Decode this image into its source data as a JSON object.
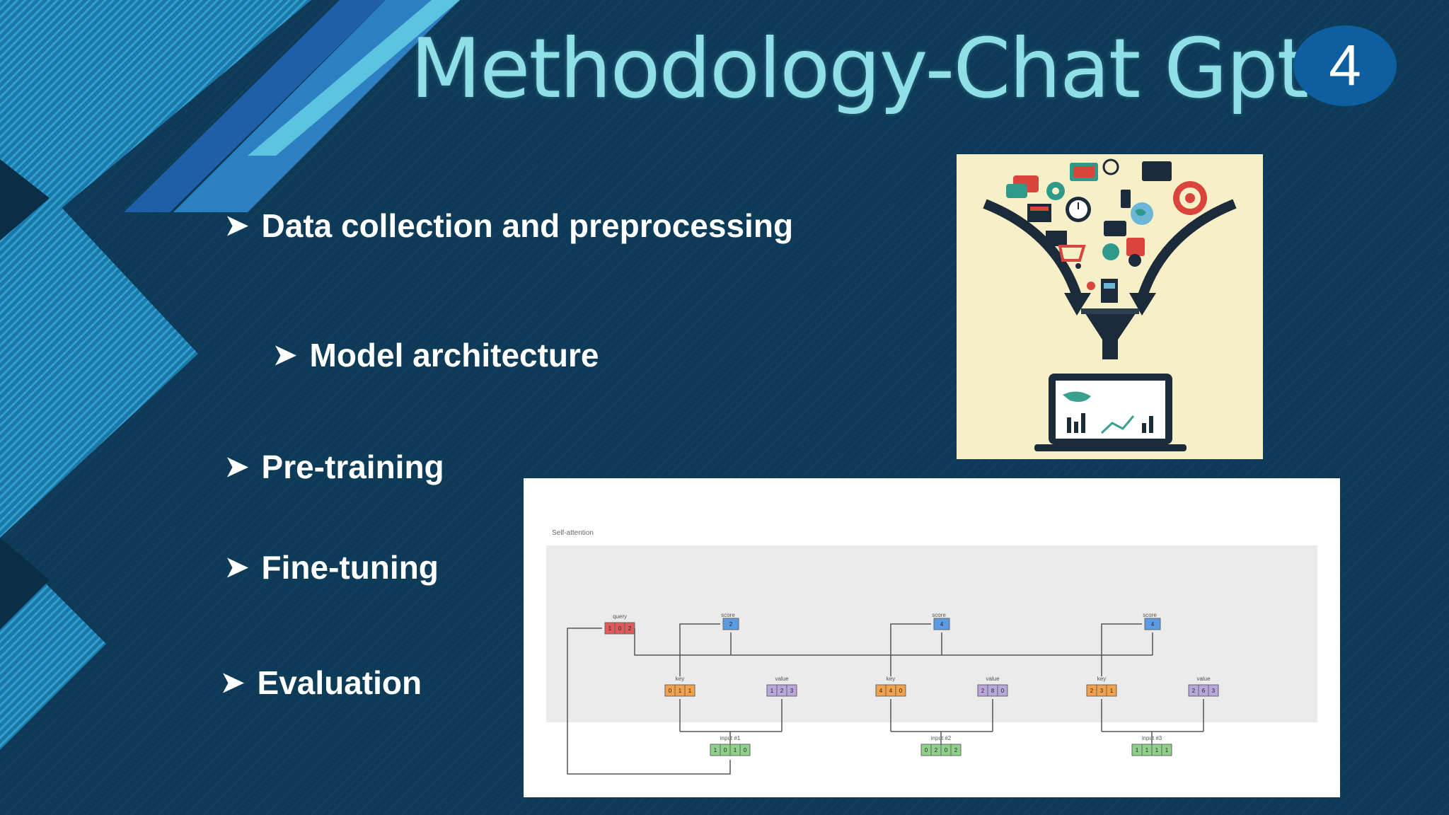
{
  "slide": {
    "title": "Methodology-Chat Gpt",
    "page_number": "4"
  },
  "bullets": [
    {
      "marker": "➤",
      "text": "Data collection and preprocessing"
    },
    {
      "marker": "➤",
      "text": "Model architecture"
    },
    {
      "marker": "➤",
      "text": "Pre-training"
    },
    {
      "marker": "➤",
      "text": "Fine-tuning"
    },
    {
      "marker": "➤",
      "text": "Evaluation"
    }
  ],
  "diagram": {
    "caption": "Self-attention",
    "query_label": "query",
    "query_values": [
      "1",
      "0",
      "2"
    ],
    "score_label": "score",
    "key_label": "key",
    "value_label": "value",
    "groups": [
      {
        "input_label": "input #1",
        "input": [
          "1",
          "0",
          "1",
          "0"
        ],
        "key": [
          "0",
          "1",
          "1"
        ],
        "value": [
          "1",
          "2",
          "3"
        ],
        "score": "2"
      },
      {
        "input_label": "input #2",
        "input": [
          "0",
          "2",
          "0",
          "2"
        ],
        "key": [
          "4",
          "4",
          "0"
        ],
        "value": [
          "2",
          "8",
          "0"
        ],
        "score": "4"
      },
      {
        "input_label": "input #3",
        "input": [
          "1",
          "1",
          "1",
          "1"
        ],
        "key": [
          "2",
          "3",
          "1"
        ],
        "value": [
          "2",
          "6",
          "3"
        ],
        "score": "4"
      }
    ]
  },
  "colors": {
    "background": "#0c3a57",
    "title": "#8fe0e6",
    "badge": "#0d5fa0",
    "query": "#e05a5a",
    "key": "#f3a14a",
    "value": "#b9a6dc",
    "input": "#8fd08a",
    "score": "#5b9be3"
  },
  "icons": [
    "funnel-illustration",
    "laptop-icon",
    "gear-icon",
    "chat-icon",
    "target-icon",
    "clock-icon",
    "cart-icon",
    "globe-icon"
  ]
}
